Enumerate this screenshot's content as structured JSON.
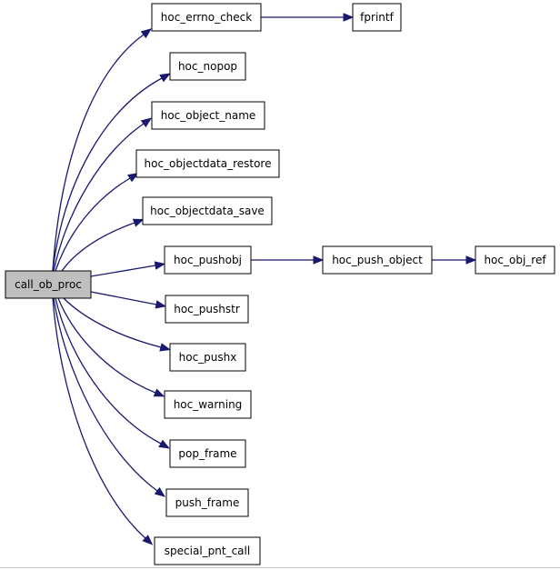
{
  "graph": {
    "root": "n-call_ob_proc",
    "edge_color": "#191970",
    "root_fill": "#bfbfbf",
    "nodes": [
      {
        "id": "n-call_ob_proc",
        "label": "call_ob_proc"
      },
      {
        "id": "n-hoc_errno_check",
        "label": "hoc_errno_check"
      },
      {
        "id": "n-fprintf",
        "label": "fprintf"
      },
      {
        "id": "n-hoc_nopop",
        "label": "hoc_nopop"
      },
      {
        "id": "n-hoc_object_name",
        "label": "hoc_object_name"
      },
      {
        "id": "n-hoc_objectdata_restore",
        "label": "hoc_objectdata_restore"
      },
      {
        "id": "n-hoc_objectdata_save",
        "label": "hoc_objectdata_save"
      },
      {
        "id": "n-hoc_pushobj",
        "label": "hoc_pushobj"
      },
      {
        "id": "n-hoc_push_object",
        "label": "hoc_push_object"
      },
      {
        "id": "n-hoc_obj_ref",
        "label": "hoc_obj_ref"
      },
      {
        "id": "n-hoc_pushstr",
        "label": "hoc_pushstr"
      },
      {
        "id": "n-hoc_pushx",
        "label": "hoc_pushx"
      },
      {
        "id": "n-hoc_warning",
        "label": "hoc_warning"
      },
      {
        "id": "n-pop_frame",
        "label": "pop_frame"
      },
      {
        "id": "n-push_frame",
        "label": "push_frame"
      },
      {
        "id": "n-special_pnt_call",
        "label": "special_pnt_call"
      }
    ],
    "edges": [
      {
        "from": "n-call_ob_proc",
        "to": "n-hoc_errno_check"
      },
      {
        "from": "n-hoc_errno_check",
        "to": "n-fprintf"
      },
      {
        "from": "n-call_ob_proc",
        "to": "n-hoc_nopop"
      },
      {
        "from": "n-call_ob_proc",
        "to": "n-hoc_object_name"
      },
      {
        "from": "n-call_ob_proc",
        "to": "n-hoc_objectdata_restore"
      },
      {
        "from": "n-call_ob_proc",
        "to": "n-hoc_objectdata_save"
      },
      {
        "from": "n-call_ob_proc",
        "to": "n-hoc_pushobj"
      },
      {
        "from": "n-hoc_pushobj",
        "to": "n-hoc_push_object"
      },
      {
        "from": "n-hoc_push_object",
        "to": "n-hoc_obj_ref"
      },
      {
        "from": "n-call_ob_proc",
        "to": "n-hoc_pushstr"
      },
      {
        "from": "n-call_ob_proc",
        "to": "n-hoc_pushx"
      },
      {
        "from": "n-call_ob_proc",
        "to": "n-hoc_warning"
      },
      {
        "from": "n-call_ob_proc",
        "to": "n-pop_frame"
      },
      {
        "from": "n-call_ob_proc",
        "to": "n-push_frame"
      },
      {
        "from": "n-call_ob_proc",
        "to": "n-special_pnt_call"
      }
    ]
  }
}
